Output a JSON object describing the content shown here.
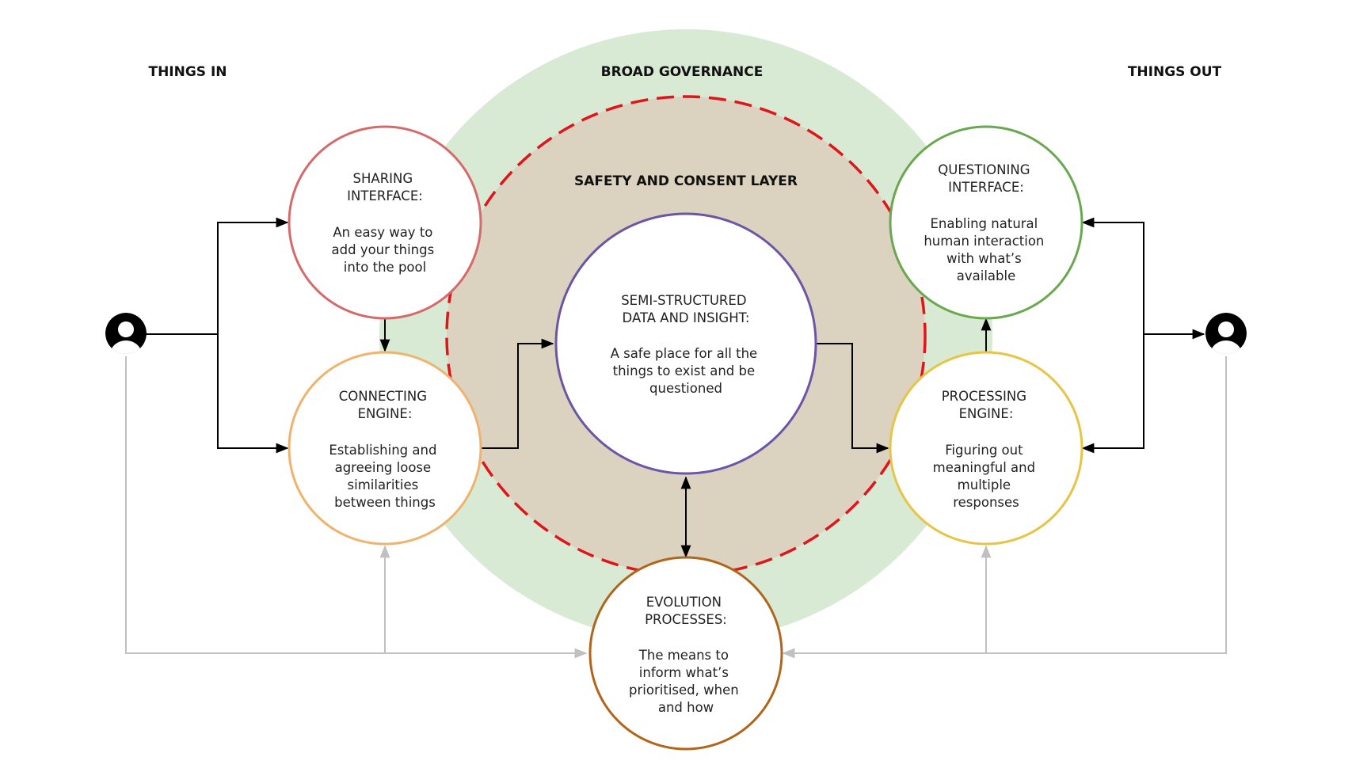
{
  "headings": {
    "things_in": "THINGS IN",
    "things_out": "THINGS OUT",
    "broad_governance": "BROAD GOVERNANCE",
    "safety_layer": "SAFETY AND CONSENT LAYER"
  },
  "colors": {
    "governance_fill": "#d8e9d4",
    "safety_fill": "#dbd3c0",
    "safety_dash": "#e0141b",
    "sharing": "#d56a6a",
    "connecting": "#efb36e",
    "data": "#6a55a6",
    "questioning": "#6aa84f",
    "processing": "#e8c444",
    "evolution": "#b0661a",
    "arrow": "#000000",
    "feedback": "#c0c0c0"
  },
  "nodes": {
    "sharing": {
      "title": [
        "SHARING",
        "INTERFACE:"
      ],
      "body": [
        "An easy way to",
        "add your things",
        "into the pool"
      ]
    },
    "connecting": {
      "title": [
        "CONNECTING",
        "ENGINE:"
      ],
      "body": [
        "Establishing and",
        "agreeing loose",
        "similarities",
        "between things"
      ]
    },
    "data": {
      "title": [
        "SEMI-STRUCTURED",
        "DATA AND INSIGHT:"
      ],
      "body": [
        "A safe place for all the",
        "things to exist and be",
        "questioned"
      ]
    },
    "questioning": {
      "title": [
        "QUESTIONING",
        "INTERFACE:"
      ],
      "body": [
        "Enabling natural",
        "human interaction",
        "with what’s",
        "available"
      ]
    },
    "processing": {
      "title": [
        "PROCESSING",
        "ENGINE:"
      ],
      "body": [
        "Figuring out",
        "meaningful and",
        "multiple",
        "responses"
      ]
    },
    "evolution": {
      "title": [
        "EVOLUTION",
        "PROCESSES:"
      ],
      "body": [
        "The means to",
        "inform what’s",
        "prioritised, when",
        "and how"
      ]
    }
  },
  "actors": {
    "input_user": "user-in",
    "output_user": "user-out"
  }
}
